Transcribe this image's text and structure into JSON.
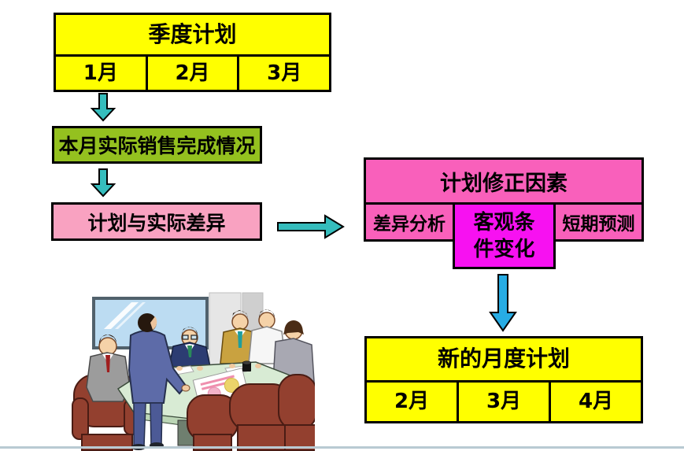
{
  "slide": {
    "background": "#ffffff",
    "bottom_line_color": "#b9cad3"
  },
  "colors": {
    "yellow": "#ffff00",
    "green": "#94c11f",
    "light_pink": "#f9a2c1",
    "hot_pink": "#f960bb",
    "magenta": "#f711f1",
    "teal_arrow": "#35bdbd",
    "blue_arrow": "#27ace4",
    "border": "#000000"
  },
  "icons": {
    "down_arrow": "down-arrow-icon",
    "right_arrow": "right-arrow-icon"
  },
  "quarter_table": {
    "title": "季度计划",
    "months": [
      "1月",
      "2月",
      "3月"
    ]
  },
  "actual_box": {
    "label": "本月实际销售完成情况"
  },
  "diff_box": {
    "label": "计划与实际差异"
  },
  "factors_table": {
    "title": "计划修正因素",
    "left_cell": "差异分析",
    "middle_cell_lines": [
      "客观条",
      "件变化"
    ],
    "right_cell": "短期预测"
  },
  "new_plan_table": {
    "title": "新的月度计划",
    "months": [
      "2月",
      "3月",
      "4月"
    ]
  },
  "illustration": {
    "name": "business-meeting-clipart"
  }
}
